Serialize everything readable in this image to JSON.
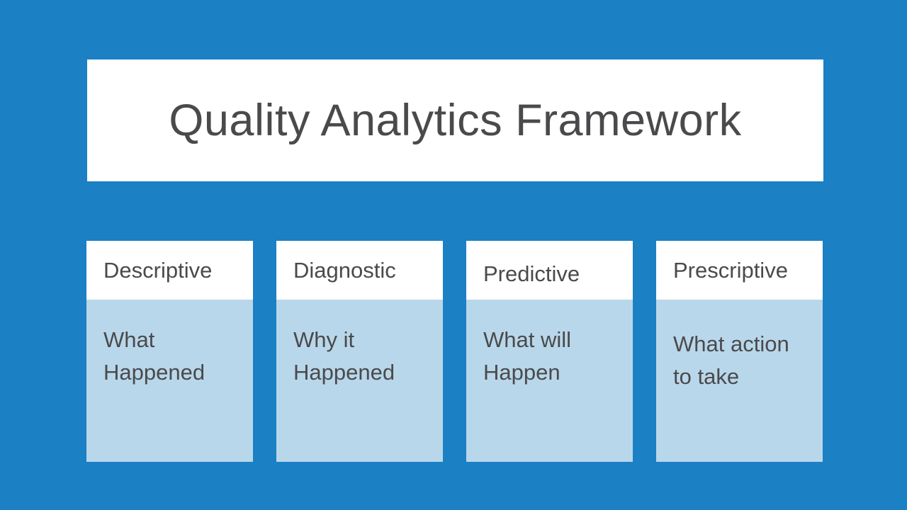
{
  "slide": {
    "title": "Quality Analytics Framework",
    "columns": [
      {
        "header": "Descriptive",
        "body": "What Happened"
      },
      {
        "header": "Diagnostic",
        "body": "Why it Happened"
      },
      {
        "header": "Predictive",
        "body": "What will Happen"
      },
      {
        "header": "Prescriptive",
        "body": "What action to take"
      }
    ],
    "colors": {
      "background": "#1B80C4",
      "card_header_bg": "#FFFFFF",
      "card_body_bg": "#B9D7EA",
      "text": "#4A4A4C"
    }
  }
}
